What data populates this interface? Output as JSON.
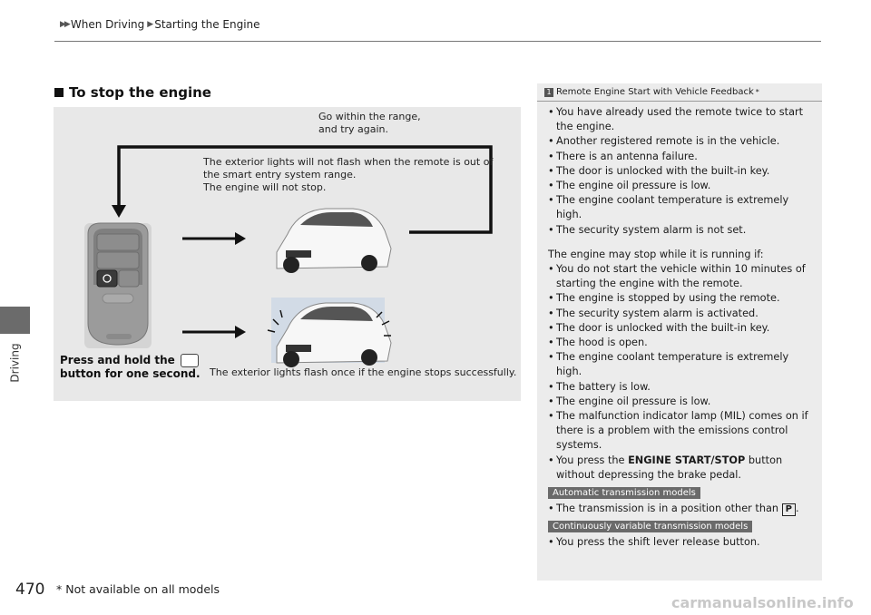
{
  "breadcrumb": {
    "item1": "When Driving",
    "item2": "Starting the Engine"
  },
  "side_label": "Driving",
  "section_title": "To stop the engine",
  "diagram": {
    "text_go_within": [
      "Go within the range,",
      "and try again."
    ],
    "text_lights_not_flash": [
      "The exterior lights will not flash when the remote is out of",
      "the smart entry system range.",
      "The engine will not stop."
    ],
    "text_press_hold": [
      "Press and hold the",
      "button for one second."
    ],
    "text_flash_once": "The exterior lights flash once if the engine stops successfully."
  },
  "sidebar": {
    "ref_number": "1",
    "ref_title": "Remote Engine Start with Vehicle Feedback",
    "ref_mark": "*",
    "bullets_a": [
      "You have already used the remote twice to start the engine.",
      "Another registered remote is in the vehicle.",
      "There is an antenna failure.",
      "The door is unlocked with the built-in key.",
      "The engine oil pressure is low.",
      "The engine coolant temperature is extremely high.",
      "The security system alarm is not set."
    ],
    "intro_b": "The engine may stop while it is running if:",
    "bullets_b": [
      "You do not start the vehicle within 10 minutes of starting the engine with the remote.",
      "The engine is stopped by using the remote.",
      "The security system alarm is activated.",
      "The door is unlocked with the built-in key.",
      "The hood is open.",
      "The engine coolant temperature is extremely high.",
      "The battery is low.",
      "The engine oil pressure is low.",
      "The malfunction indicator lamp (MIL) comes on if there is a problem with the emissions control systems."
    ],
    "press_prefix": "You press the",
    "press_bold": "ENGINE START/STOP",
    "press_suffix": "button without depressing the brake pedal.",
    "badge_auto": "Automatic transmission models",
    "auto_text": "The transmission is in a position other than",
    "auto_gear": "P",
    "auto_end": ".",
    "badge_cvt": "Continuously variable transmission models",
    "cvt_text": "You press the shift lever release button."
  },
  "footer": {
    "page_number": "470",
    "footnote": "* Not available on all models",
    "watermark": "carmanualsonline.info"
  },
  "colors": {
    "diagram_bg": "#e8e8e8",
    "sidebar_bg": "#ececec",
    "side_tab": "#6b6b6b",
    "badge": "#6a6a6a"
  }
}
